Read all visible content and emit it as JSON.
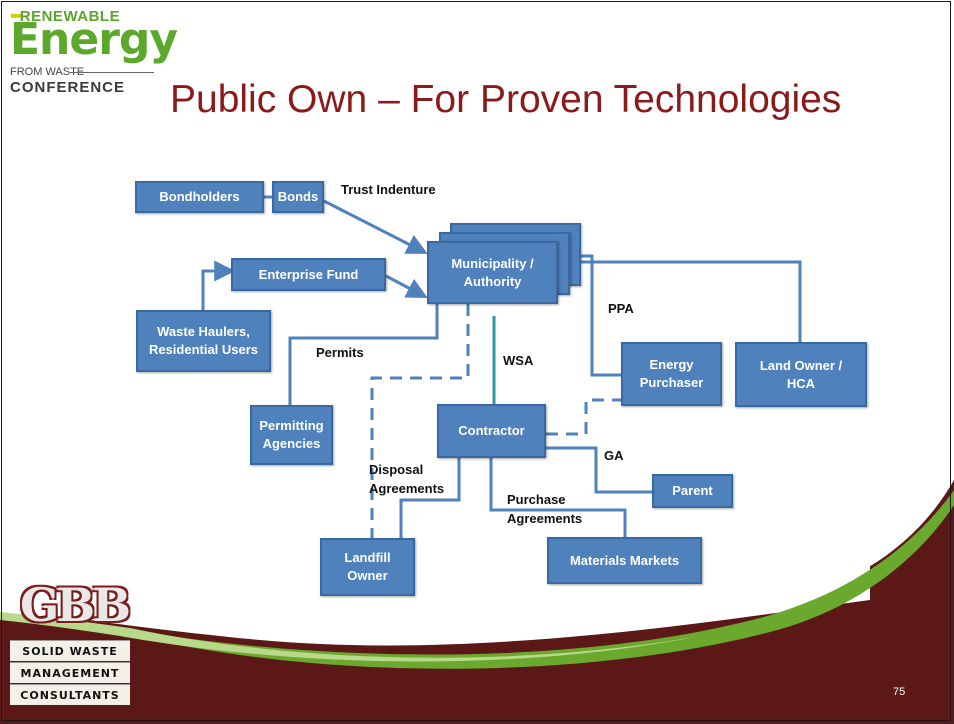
{
  "logo": {
    "line1": "RENEWABLE",
    "line2": "Energy",
    "line3": "FROM WASTE",
    "line4": "CONFERENCE"
  },
  "title": "Public Own – For Proven Technologies",
  "nodes": {
    "bondholders": "Bondholders",
    "bonds": "Bonds",
    "municipality": "Municipality / Authority",
    "enterprise_fund": "Enterprise Fund",
    "waste_haulers": "Waste Haulers, Residential Users",
    "permitting": "Permitting Agencies",
    "contractor": "Contractor",
    "energy_purchaser": "Energy Purchaser",
    "land_owner": "Land Owner / HCA",
    "parent": "Parent",
    "landfill": "Landfill Owner",
    "materials": "Materials Markets"
  },
  "edge_labels": {
    "trust_indenture": "Trust Indenture",
    "ppa": "PPA",
    "permits": "Permits",
    "wsa": "WSA",
    "disposal": "Disposal Agreements",
    "ga": "GA",
    "purchase": "Purchase Agreements"
  },
  "footer": {
    "gbb": "GBB",
    "gbb_line1": "SOLID WASTE",
    "gbb_line2": "MANAGEMENT",
    "gbb_line3": "CONSULTANTS",
    "page_number": "75"
  },
  "colors": {
    "box_fill": "#4f81bd",
    "box_border": "#3a68a0",
    "title": "#8b1a1a",
    "footer_band": "#5c1717",
    "swoosh": "#6aa82e",
    "wsa_line": "#2e9aa0"
  }
}
